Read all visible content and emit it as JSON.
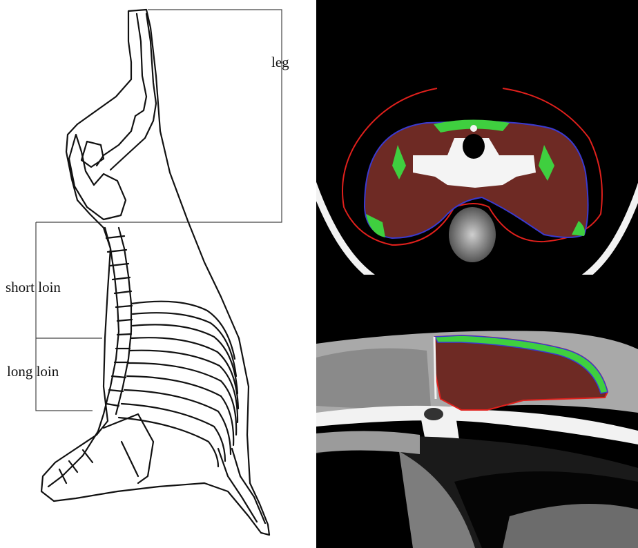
{
  "diagram": {
    "labels": {
      "leg": "leg",
      "short_loin": "short loin",
      "long_loin": "long loin"
    }
  },
  "ct_overlay_colors": {
    "muscle_region": "#7a2a22",
    "outline": "#e0201c",
    "fat": "#3fcf3f",
    "boundary": "#3a3ad0"
  }
}
